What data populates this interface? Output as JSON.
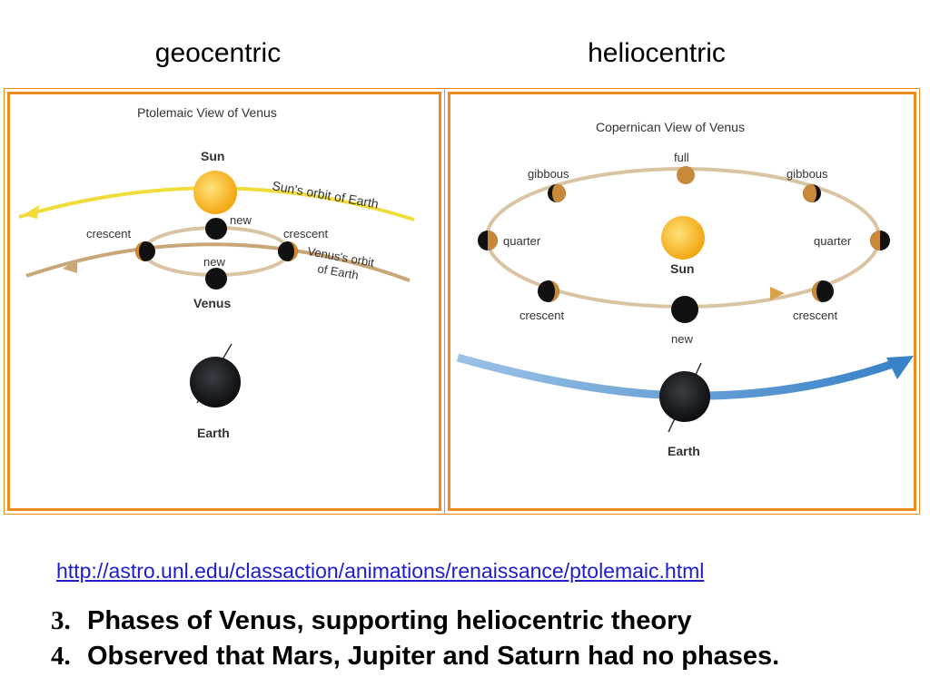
{
  "headings": {
    "left": "geocentric",
    "right": "heliocentric"
  },
  "ptolemaic": {
    "title": "Ptolemaic View of Venus",
    "sun": "Sun",
    "sun_orbit": "Sun's orbit of Earth",
    "new_top": "new",
    "new_bottom": "new",
    "crescent_left": "crescent",
    "crescent_right": "crescent",
    "venus_orbit_line1": "Venus's orbit",
    "venus_orbit_line2": "of Earth",
    "venus": "Venus",
    "earth": "Earth"
  },
  "copernican": {
    "title": "Copernican View of Venus",
    "full": "full",
    "gibbous_left": "gibbous",
    "gibbous_right": "gibbous",
    "quarter_left": "quarter",
    "quarter_right": "quarter",
    "sun": "Sun",
    "crescent_left": "crescent",
    "crescent_right": "crescent",
    "new": "new",
    "earth": "Earth"
  },
  "link": "http://astro.unl.edu/classaction/animations/renaissance/ptolemaic.html",
  "points": [
    {
      "num": "3.",
      "text": "Phases of Venus, supporting heliocentric theory"
    },
    {
      "num": "4.",
      "text": "Observed that Mars, Jupiter and Saturn had no phases."
    }
  ],
  "colors": {
    "frame": "#ee8a1e",
    "sun": "#f5b41e",
    "sun_orbit": "#f0dc3a",
    "venus_orbit": "#c9a67a",
    "earth_path": "#4a8fd0",
    "link": "#1d1dcc"
  }
}
